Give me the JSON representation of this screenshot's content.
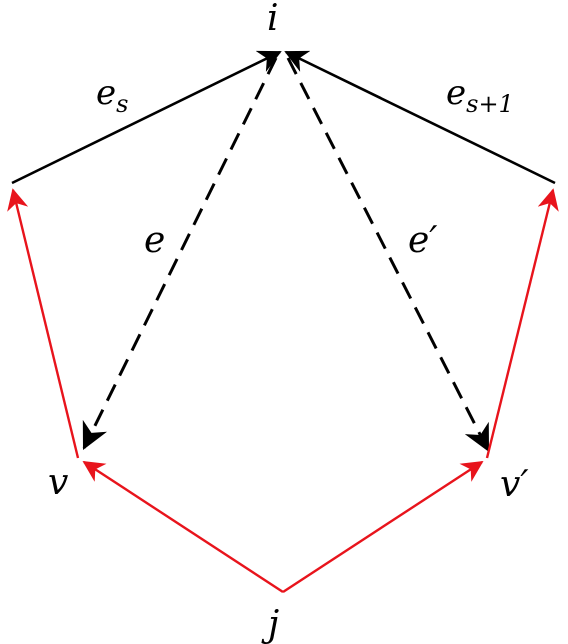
{
  "colors": {
    "background": "#ffffff",
    "path_edge": "#000000",
    "alt_path_edge": "#e8141c",
    "dashed_edge": "#000000"
  },
  "nodes": {
    "i": "i",
    "j": "j",
    "v": "v",
    "v_prime": "v′"
  },
  "edges": {
    "e_s": {
      "base": "e",
      "sub": "s"
    },
    "e_s1": {
      "base": "e",
      "sub": "s+1"
    },
    "e": "e",
    "e_prime": "e′"
  }
}
